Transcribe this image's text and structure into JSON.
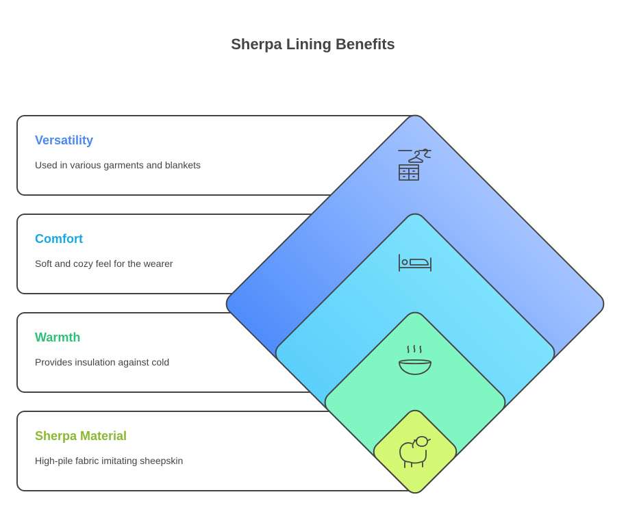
{
  "title": "Sherpa Lining Benefits",
  "levels": [
    {
      "heading": "Versatility",
      "text": "Used in various garments and blankets",
      "heading_color": "#4a8af0",
      "fill_top": "#a4c4ff",
      "fill_bottom": "#4f8dfc",
      "icon": "hanger-dresser-icon"
    },
    {
      "heading": "Comfort",
      "text": "Soft and cozy feel for the wearer",
      "heading_color": "#1aa8e0",
      "fill_top": "#7ee2fc",
      "fill_bottom": "#5ccffc",
      "icon": "bed-icon"
    },
    {
      "heading": "Warmth",
      "text": "Provides insulation against cold",
      "heading_color": "#2fc078",
      "fill_top": "#80f6c2",
      "fill_bottom": "#80f6c2",
      "icon": "hot-bowl-icon"
    },
    {
      "heading": "Sherpa Material",
      "text": "High-pile fabric imitating sheepskin",
      "heading_color": "#8ab830",
      "fill_top": "#d4f874",
      "fill_bottom": "#d4f874",
      "icon": "sheep-icon"
    }
  ]
}
